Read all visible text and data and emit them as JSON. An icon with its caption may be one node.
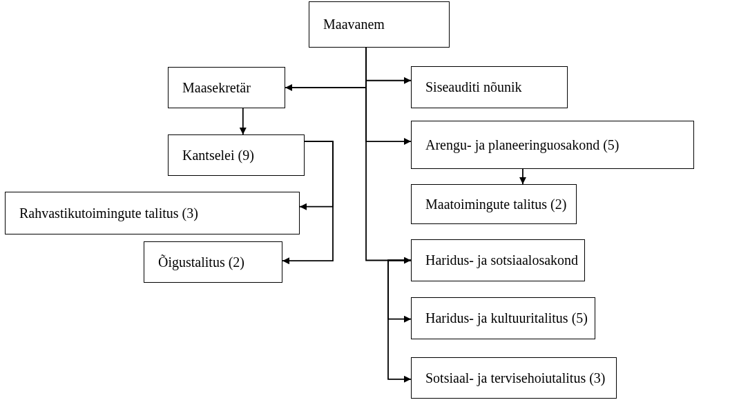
{
  "diagram": {
    "nodes": [
      {
        "text": [
          "Maavanem"
        ]
      },
      {
        "text": [
          "Maasekretär"
        ]
      },
      {
        "text": [
          "Siseauditi nõunik"
        ]
      },
      {
        "text": [
          "Kantselei (9)"
        ]
      },
      {
        "text": [
          "Rahvastikutoimingute talitus (3)"
        ]
      },
      {
        "text": [
          "Õigustalitus (2)"
        ]
      },
      {
        "text": [
          "Arengu- ja planeeringuosakond (5)"
        ]
      },
      {
        "text": [
          "Maatoimingute talitus (2)"
        ]
      },
      {
        "text": [
          "Haridus- ja sotsiaalosakond"
        ]
      },
      {
        "text": [
          "Haridus- ja kultuuritalitus (5)"
        ]
      },
      {
        "text": [
          "Sotsiaal- ja tervisehoiutalitus (3)"
        ]
      }
    ],
    "edges": [
      {
        "from": 0,
        "to": 1,
        "arrow": "to"
      },
      {
        "from": 0,
        "to": 2,
        "arrow": "to"
      },
      {
        "from": 0,
        "to": 6,
        "arrow": "to"
      },
      {
        "from": 0,
        "to": 8,
        "arrow": "to"
      },
      {
        "from": 1,
        "to": 3,
        "arrow": "to"
      },
      {
        "from": 3,
        "to": 4,
        "arrow": "to"
      },
      {
        "from": 3,
        "to": 5,
        "arrow": "to"
      },
      {
        "from": 6,
        "to": 7,
        "arrow": "to"
      },
      {
        "from": 8,
        "to": 9,
        "arrow": "to"
      },
      {
        "from": 8,
        "to": 10,
        "arrow": "to"
      }
    ]
  }
}
